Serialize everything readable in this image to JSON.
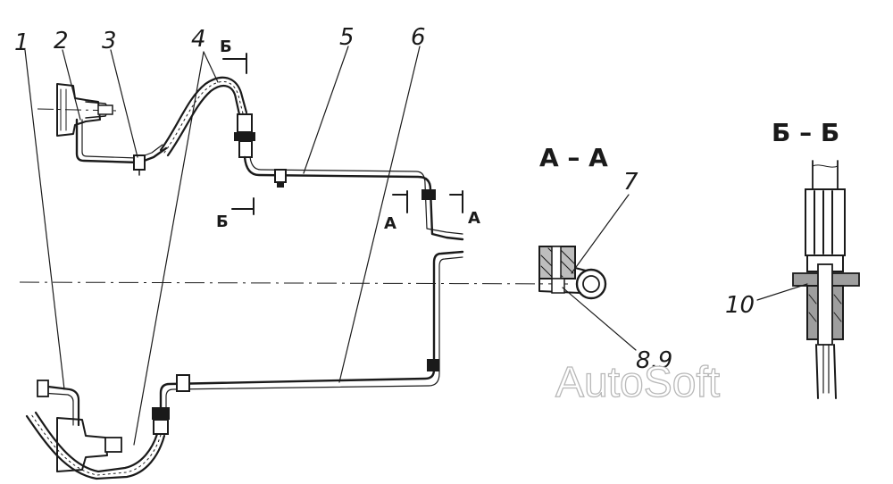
{
  "callouts": {
    "c1": "1",
    "c2": "2",
    "c3": "3",
    "c4": "4",
    "c5": "5",
    "c6": "6",
    "c7": "7",
    "c89": "8,9",
    "c10": "10"
  },
  "section_marks": {
    "b_top": "Б",
    "b_bottom": "Б",
    "a_left": "А",
    "a_right": "А"
  },
  "section_views": {
    "aa_title": "А – А",
    "bb_title": "Б – Б"
  },
  "watermark": "AutoSoft",
  "colors": {
    "ink": "#1a1a1a",
    "paper": "#ffffff",
    "watermark_outline": "#b8b8b8"
  }
}
